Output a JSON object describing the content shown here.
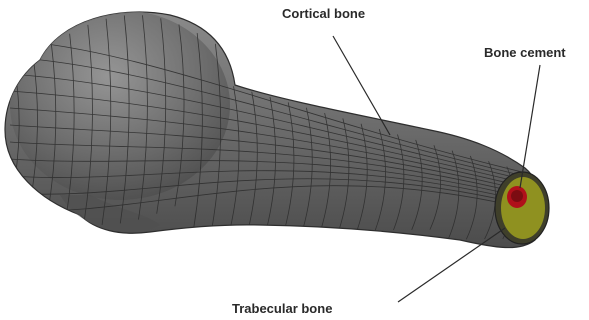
{
  "labels": {
    "cortical": "Cortical bone",
    "cement": "Bone cement",
    "trabecular": "Trabecular bone"
  },
  "colors": {
    "mesh_fill": "#6d6d6d",
    "mesh_lines": "#2e2e2e",
    "cortical_ring": "#3f3f2a",
    "trabecular_fill": "#8f9120",
    "cement_fill": "#b0101a",
    "leader_line": "#2a2a2a",
    "background": "#ffffff"
  }
}
